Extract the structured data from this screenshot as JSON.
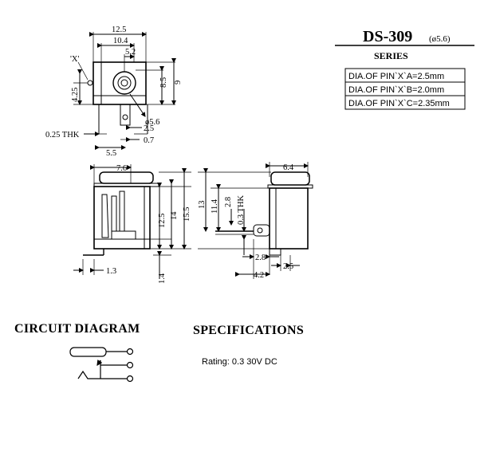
{
  "header": {
    "model": "DS-309",
    "model_note": "(ø5.6)",
    "series": "SERIES",
    "pin_specs": [
      "DIA.OF PIN`X`A=2.5mm",
      "DIA.OF PIN`X`B=2.0mm",
      "DIA.OF PIN`X`C=2.35mm"
    ]
  },
  "front_view": {
    "pin_marker": "'X'",
    "dims": {
      "width_total": "12.5",
      "width_mid": "10.4",
      "half_width": "5.2",
      "height_85": "8.5",
      "height_9": "9",
      "offset_425": "4.25",
      "hole_dia": "ø5.6",
      "tab_25": "2.5",
      "thk": "0.25 THK",
      "pin_07": "0.7",
      "pin_55": "5.5"
    }
  },
  "side_view": {
    "dims": {
      "width_76": "7.6",
      "h_125": "12.5",
      "h_14": "14",
      "h_155": "15.5",
      "lead_13": "1.3",
      "lead_14": "1.4"
    }
  },
  "end_view": {
    "dims": {
      "width_64": "6.4",
      "h_13": "13",
      "h_114": "11.4",
      "h_28": "2.8",
      "thk_03": "0.3  THK",
      "pin_28": "2.8",
      "pin_25": "2.5",
      "pin_42": "4.2"
    }
  },
  "circuit": {
    "heading": "CIRCUIT  DIAGRAM"
  },
  "specifications": {
    "heading": "SPECIFICATIONS",
    "rating": "Rating: 0.3 30V DC"
  }
}
